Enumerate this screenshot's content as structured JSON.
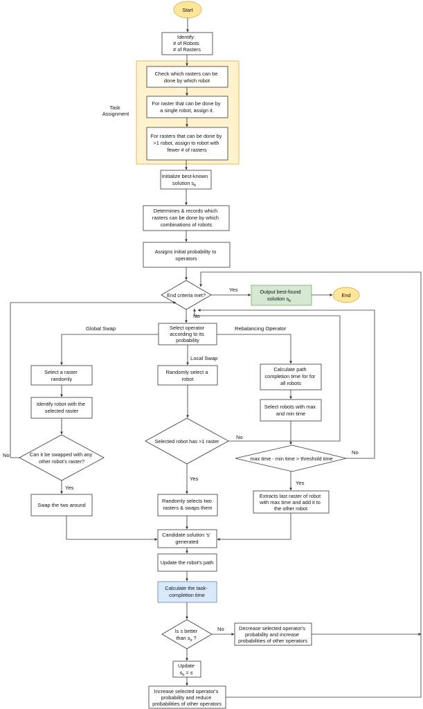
{
  "colors": {
    "terminal_fill": "#ffe699",
    "terminal_stroke": "#d6b656",
    "task_group_fill": "#fff2cc",
    "task_group_stroke": "#e8b55c",
    "output_fill": "#d5e8d4",
    "output_stroke": "#82b366",
    "calc_fill": "#dae8fc",
    "calc_stroke": "#6c8ebf"
  },
  "nodes": {
    "start": [
      "Start"
    ],
    "identify": [
      "Identify:",
      "# of Robots",
      "# of Rasters"
    ],
    "task_group": [
      "Task",
      "Assignment"
    ],
    "check_rasters": [
      "Check which rasters can be",
      "done by which robot"
    ],
    "single_robot": [
      "For raster that can be done by",
      "a single robot, assign it."
    ],
    "multi_robot": [
      "For rasters that can be done by",
      ">1 robot, assign to robot with",
      "fewer # of rasters"
    ],
    "init_best": [
      "Initialize best-known",
      "solution s",
      "b"
    ],
    "determine_combos": [
      "Determines & records which",
      "rasters can be done by which",
      "combinations of robots"
    ],
    "assign_prob": [
      "Assigns initial probability to",
      "operators"
    ],
    "end_criteria": [
      "End criteria met?"
    ],
    "output_best": [
      "Output best-found",
      "solution s",
      "b"
    ],
    "end": [
      "End"
    ],
    "select_operator": [
      "Select operator",
      "according to its",
      "probability"
    ],
    "select_raster": [
      "Select a raster",
      "randomly"
    ],
    "identify_robot": [
      "Identify robot with the",
      "selected raster"
    ],
    "can_swap": [
      "Can it be swapped with any",
      "other robot's raster?"
    ],
    "swap_two": [
      "Swap the two around"
    ],
    "random_robot": [
      "Randomly select a",
      "robot"
    ],
    "robot_has_raster": [
      "Selected robot has >1 raster"
    ],
    "random_two": [
      "Randomly selects two",
      "rasters & swaps them"
    ],
    "calc_path": [
      "Calculate path",
      "completion time for for",
      "all robots"
    ],
    "select_max_min": [
      "Select robots with max",
      "and min time"
    ],
    "threshold": [
      "max time - min time > threshold time"
    ],
    "extract_raster": [
      "Extracts last raster of robot",
      "with max time and add it to",
      "the other robot"
    ],
    "candidate": [
      "Candidate solution 's'",
      "generated"
    ],
    "update_path": [
      "Update the robot's path"
    ],
    "calc_completion": [
      "Calculate the task-",
      "completion time"
    ],
    "better": [
      "Is s better",
      "than s",
      "b",
      " ?"
    ],
    "decrease_prob": [
      "Decrease selected operator's",
      "probability and increase",
      "probabilities of other operators"
    ],
    "update_sb": [
      "Update",
      "s",
      "b",
      " = s"
    ],
    "increase_prob": [
      "Increase selected operator's",
      "probability and reduce",
      "probabilities of other operators"
    ]
  },
  "edge_labels": {
    "yes_output": "Yes",
    "no_end_criteria": "No",
    "global_swap": "Global Swap",
    "local_swap": "Local Swap",
    "rebalancing": "Rebalancing Operator",
    "no_swap": "No",
    "yes_swap": "Yes",
    "no_raster": "No",
    "yes_raster": "Yes",
    "no_threshold": "No",
    "yes_threshold": "Yes",
    "no_better": "No"
  }
}
